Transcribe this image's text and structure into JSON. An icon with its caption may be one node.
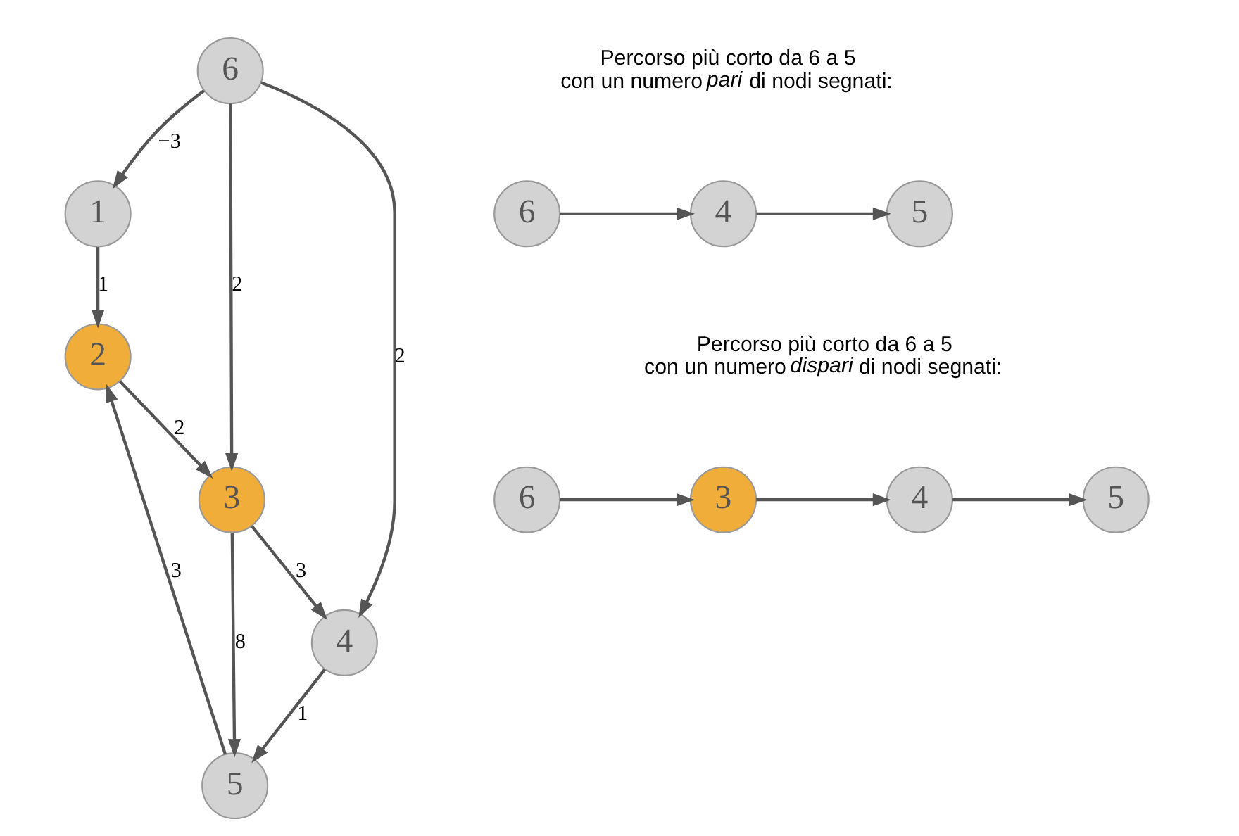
{
  "diagram": {
    "nodes": [
      {
        "text": [
          "6"
        ]
      },
      {
        "text": [
          "1"
        ]
      },
      {
        "text": [
          "2"
        ]
      },
      {
        "text": [
          "3"
        ]
      },
      {
        "text": [
          "4"
        ]
      },
      {
        "text": [
          "5"
        ]
      },
      {
        "text": [
          "6"
        ]
      },
      {
        "text": [
          "4"
        ]
      },
      {
        "text": [
          "5"
        ]
      },
      {
        "text": [
          "6"
        ]
      },
      {
        "text": [
          "3"
        ]
      },
      {
        "text": [
          "4"
        ]
      },
      {
        "text": [
          "5"
        ]
      }
    ],
    "edges": [
      {
        "from": 0,
        "to": 1,
        "arrow": "to",
        "label": "−3"
      },
      {
        "from": 1,
        "to": 2,
        "arrow": "to",
        "label": "1"
      },
      {
        "from": 0,
        "to": 3,
        "arrow": "to",
        "label": "2"
      },
      {
        "from": 0,
        "to": 4,
        "arrow": "to",
        "label": "2"
      },
      {
        "from": 2,
        "to": 3,
        "arrow": "to",
        "label": "2"
      },
      {
        "from": 3,
        "to": 4,
        "arrow": "to",
        "label": "3"
      },
      {
        "from": 3,
        "to": 5,
        "arrow": "to",
        "label": "8"
      },
      {
        "from": 5,
        "to": 2,
        "arrow": "to",
        "label": "3"
      },
      {
        "from": 4,
        "to": 5,
        "arrow": "to",
        "label": "1"
      },
      {
        "from": 6,
        "to": 7,
        "arrow": "to"
      },
      {
        "from": 7,
        "to": 8,
        "arrow": "to"
      },
      {
        "from": 9,
        "to": 10,
        "arrow": "to"
      },
      {
        "from": 10,
        "to": 11,
        "arrow": "to"
      },
      {
        "from": 11,
        "to": 12,
        "arrow": "to"
      }
    ],
    "labels": [
      "Percorso più corto da 6 a 5 con un numero *pari* di nodi segnati:",
      "Percorso più corto da 6 a 5 con un numero *dispari* di nodi segnati:"
    ]
  }
}
